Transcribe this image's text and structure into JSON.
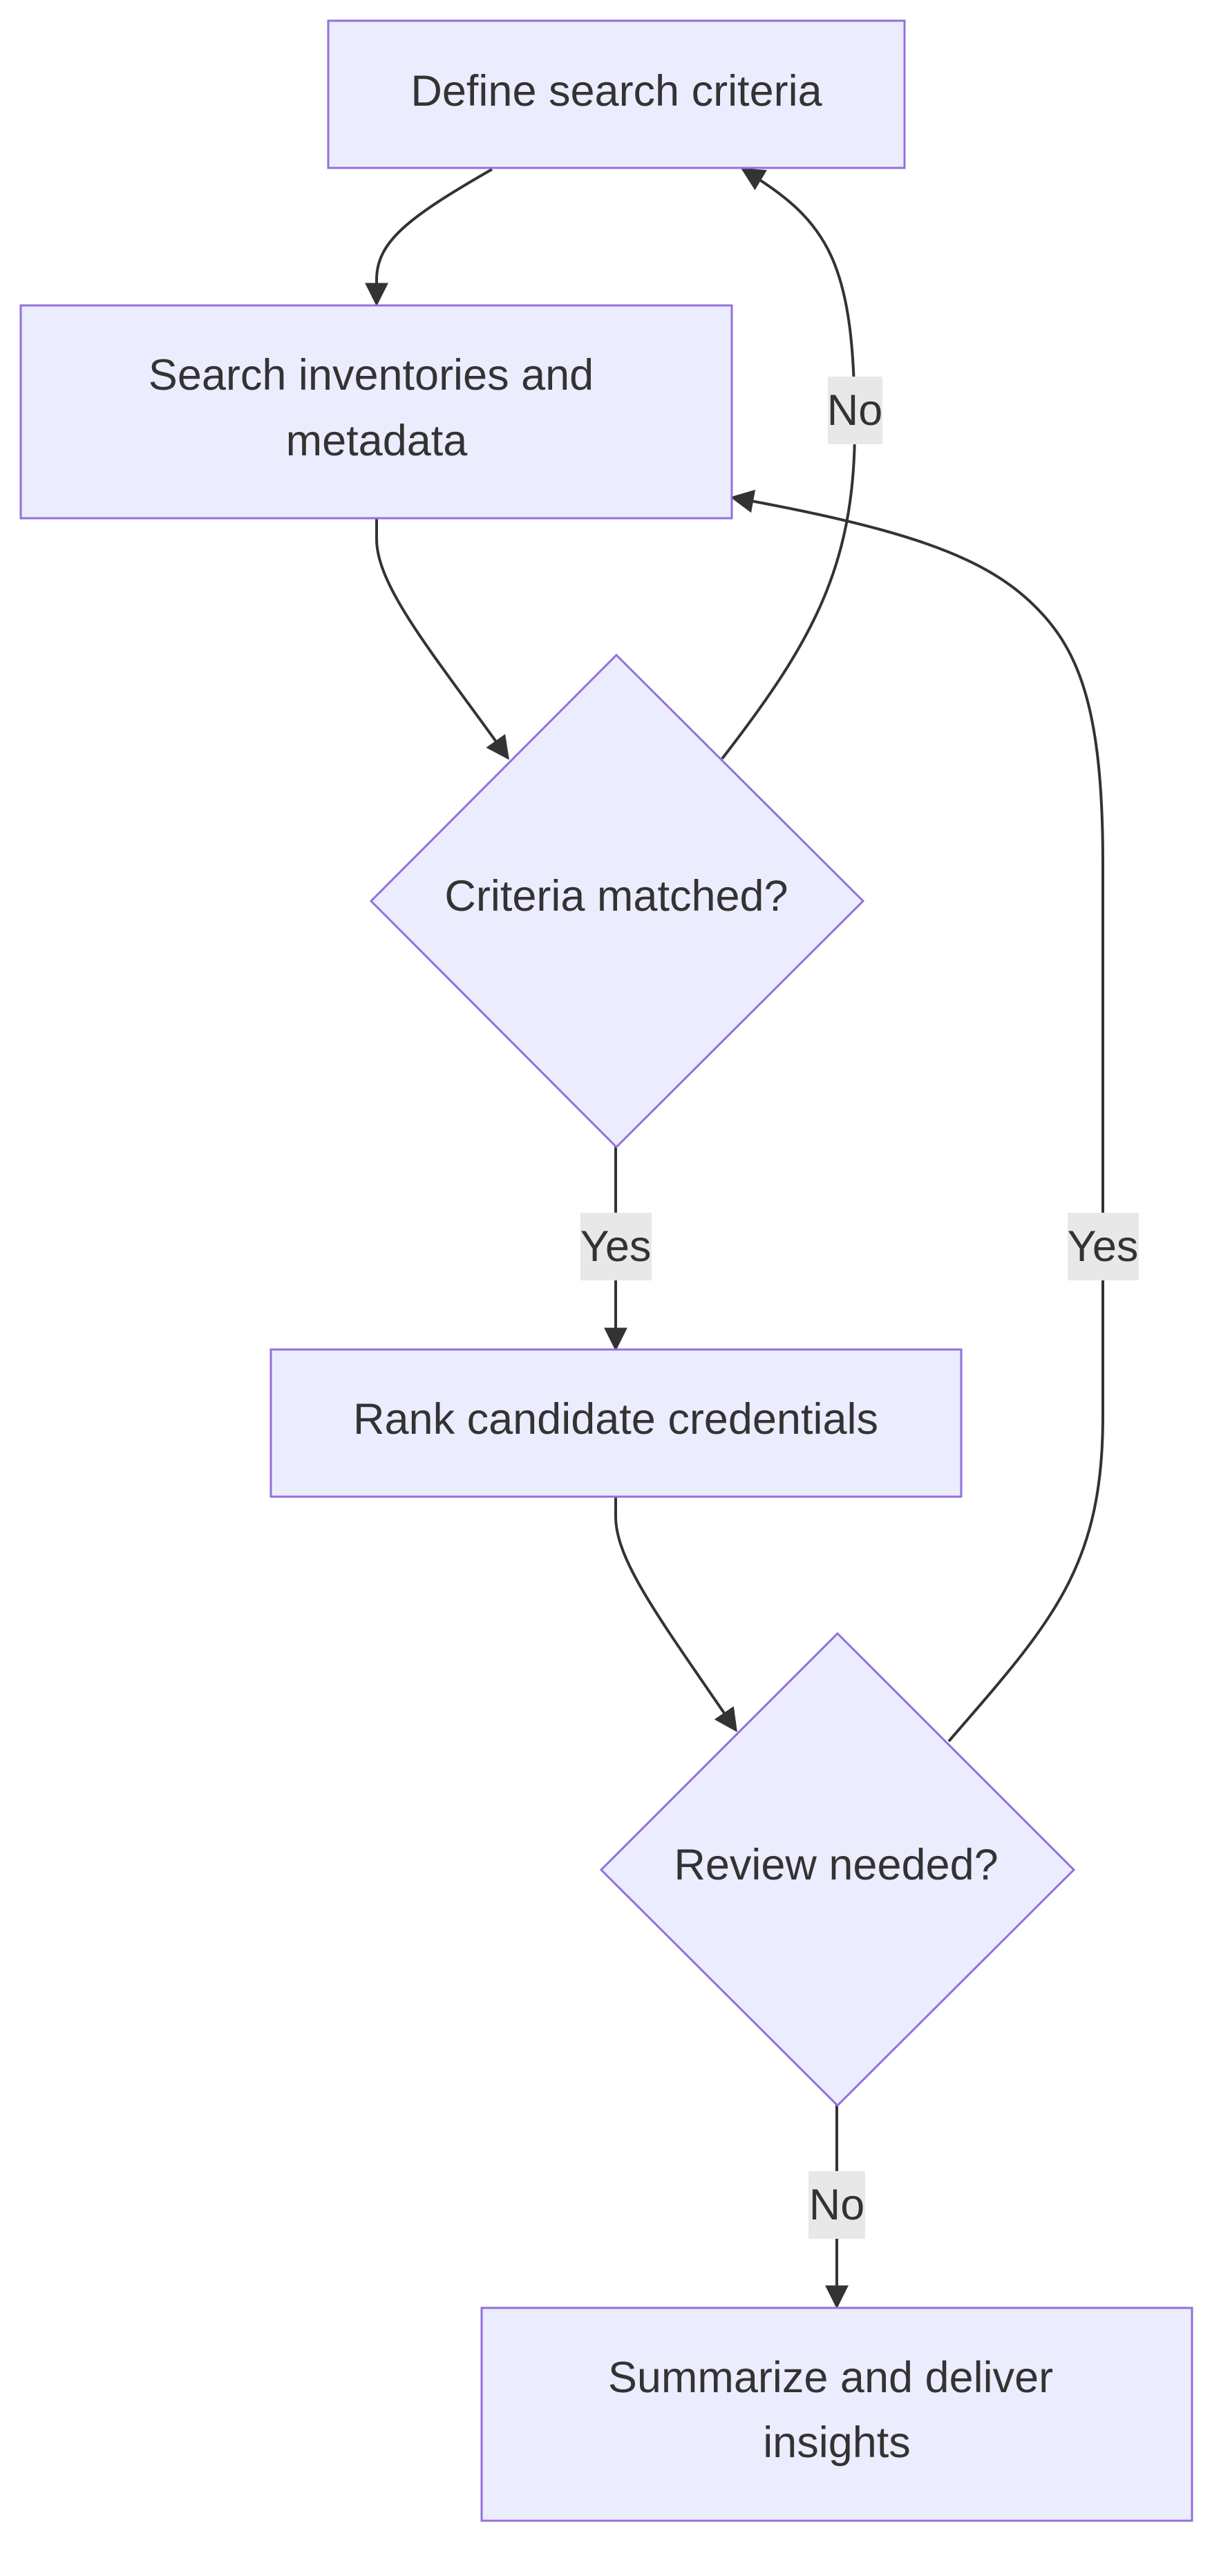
{
  "diagram": {
    "type": "flowchart",
    "colors": {
      "node_fill": "#ECECFF",
      "node_stroke": "#9370DB",
      "edge": "#333333",
      "label_background": "#e8e8e8",
      "text": "#333333"
    },
    "nodes": {
      "define": {
        "lines": [
          "Define search criteria"
        ]
      },
      "search": {
        "lines": [
          "Search inventories and",
          "metadata"
        ]
      },
      "criteria": {
        "lines": [
          "Criteria matched?"
        ]
      },
      "rank": {
        "lines": [
          "Rank candidate credentials"
        ]
      },
      "review": {
        "lines": [
          "Review needed?"
        ]
      },
      "summarize": {
        "lines": [
          "Summarize and deliver",
          "insights"
        ]
      }
    },
    "edges": {
      "criteria_no": {
        "from": "criteria",
        "to": "define",
        "label": "No"
      },
      "criteria_yes": {
        "from": "criteria",
        "to": "rank",
        "label": "Yes"
      },
      "review_yes": {
        "from": "review",
        "to": "search",
        "label": "Yes"
      },
      "review_no": {
        "from": "review",
        "to": "summarize",
        "label": "No"
      },
      "define_search": {
        "from": "define",
        "to": "search",
        "label": ""
      },
      "search_criteria": {
        "from": "search",
        "to": "criteria",
        "label": ""
      },
      "rank_review": {
        "from": "rank",
        "to": "review",
        "label": ""
      }
    }
  }
}
